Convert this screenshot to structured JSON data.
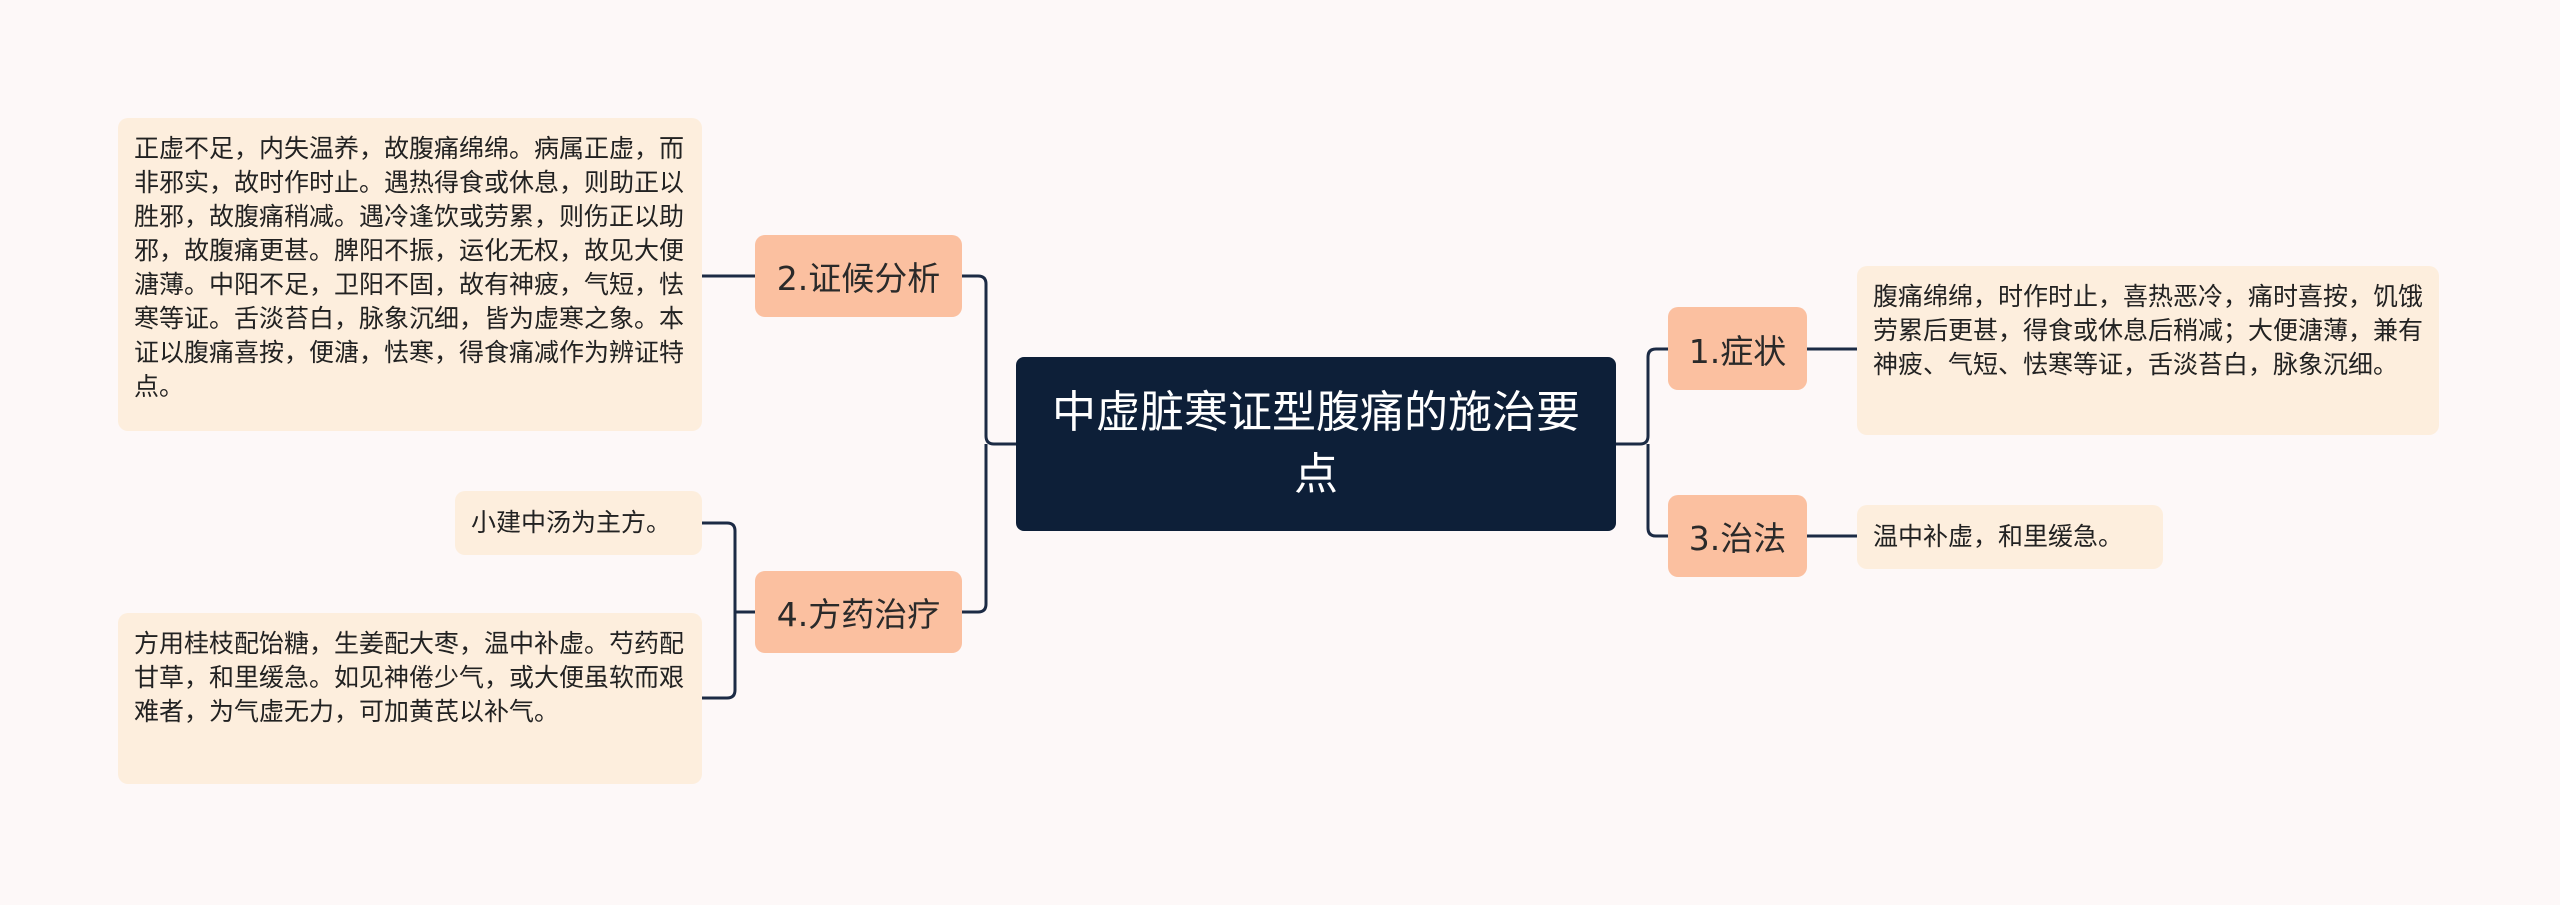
{
  "root": {
    "title": "中虚脏寒证型腹痛的施治要点"
  },
  "branches": [
    {
      "label": "1.症状",
      "leaves": [
        "腹痛绵绵，时作时止，喜热恶冷，痛时喜按，饥饿劳累后更甚，得食或休息后稍减；大便溏薄，兼有神疲、气短、怯寒等证，舌淡苔白，脉象沉细。"
      ]
    },
    {
      "label": "2.证候分析",
      "leaves": [
        "正虚不足，内失温养，故腹痛绵绵。病属正虚，而非邪实，故时作时止。遇热得食或休息，则助正以胜邪，故腹痛稍减。遇冷逢饮或劳累，则伤正以助邪，故腹痛更甚。脾阳不振，运化无权，故见大便溏薄。中阳不足，卫阳不固，故有神疲，气短，怯寒等证。舌淡苔白，脉象沉细，皆为虚寒之象。本证以腹痛喜按，便溏，怯寒，得食痛减作为辨证特点。"
      ]
    },
    {
      "label": "3.治法",
      "leaves": [
        "温中补虚，和里缓急。"
      ]
    },
    {
      "label": "4.方药治疗",
      "leaves": [
        "小建中汤为主方。",
        "方用桂枝配饴糖，生姜配大枣，温中补虚。芍药配甘草，和里缓急。如见神倦少气，或大便虽软而艰难者，为气虚无力，可加黄芪以补气。"
      ]
    }
  ],
  "colors": {
    "background": "#fdf8f8",
    "root": "#0d1f38",
    "branch": "#fbc0a0",
    "leaf": "#fdeedd",
    "line": "#1c2b45"
  }
}
